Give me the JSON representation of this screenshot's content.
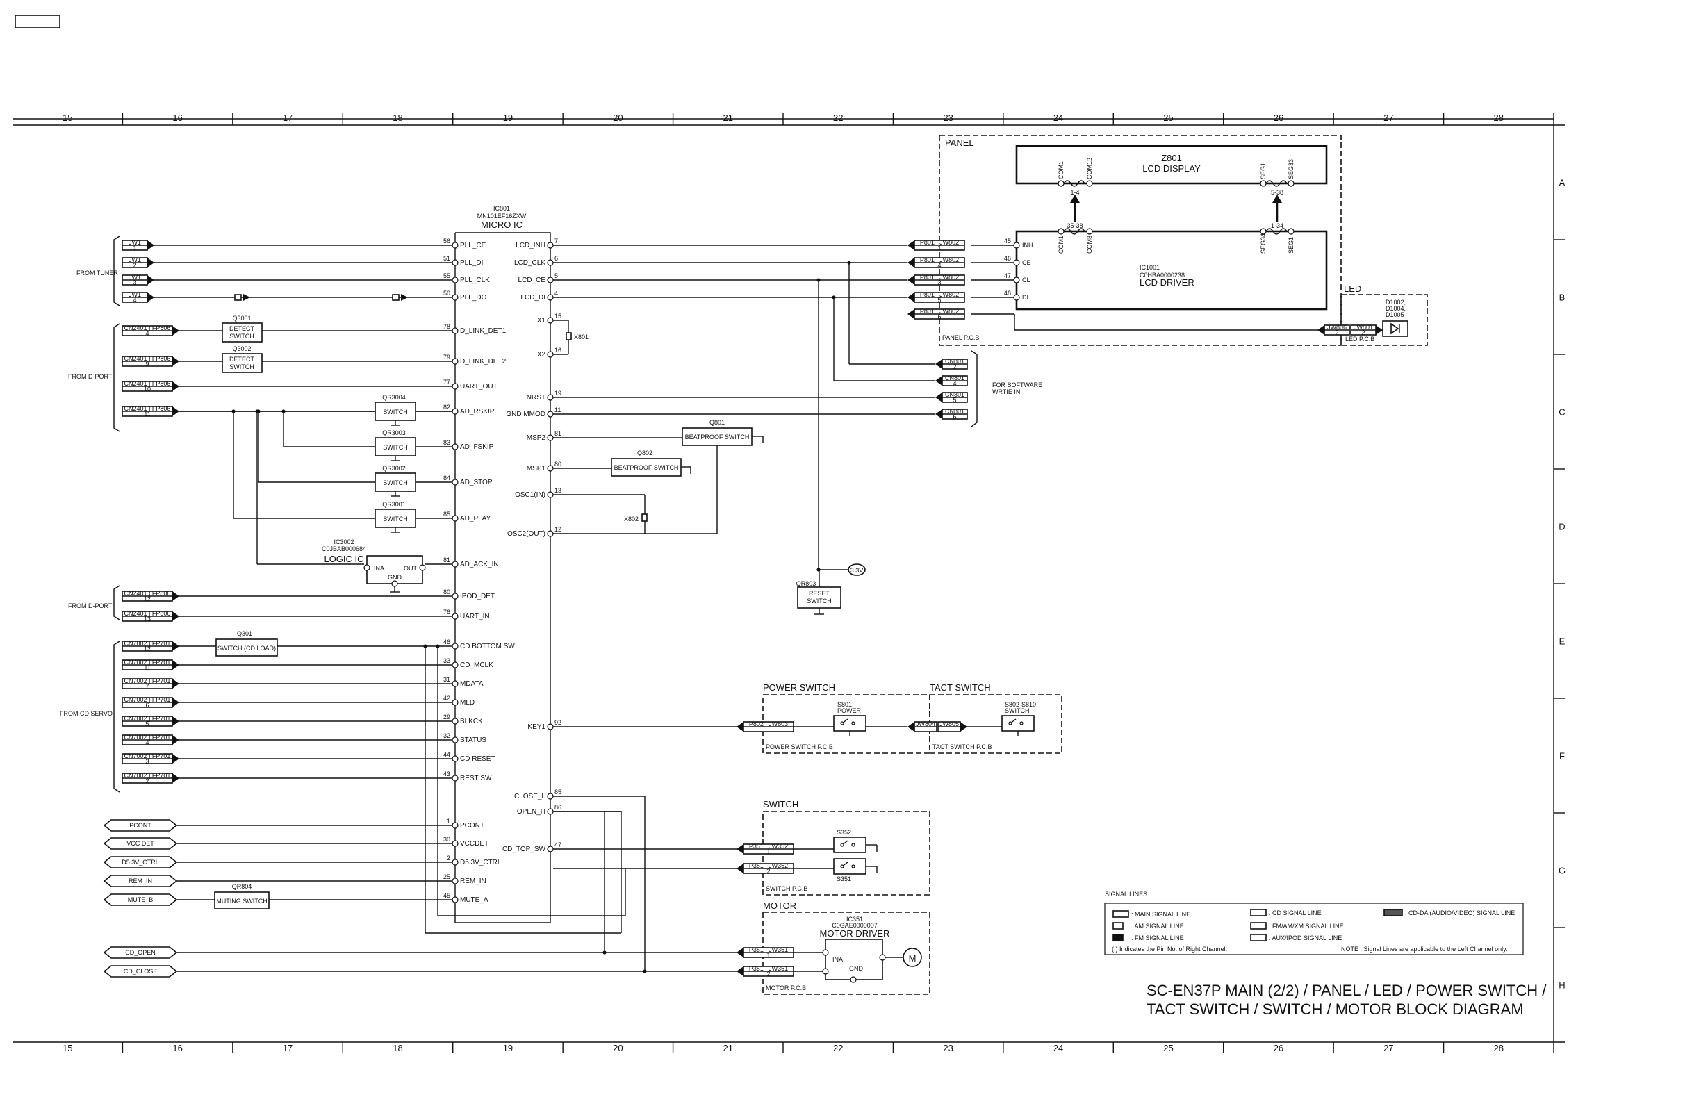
{
  "grid": {
    "columns": [
      "15",
      "16",
      "17",
      "18",
      "19",
      "20",
      "21",
      "22",
      "23",
      "24",
      "25",
      "26",
      "27",
      "28"
    ],
    "rows": [
      "A",
      "B",
      "C",
      "D",
      "E",
      "F",
      "G",
      "H"
    ]
  },
  "micro_ic": {
    "ref": "IC801",
    "part": "MN101EF16ZXW",
    "name": "MICRO IC"
  },
  "micro_left_pins": [
    {
      "num": "56",
      "name": "PLL_CE"
    },
    {
      "num": "51",
      "name": "PLL_DI"
    },
    {
      "num": "55",
      "name": "PLL_CLK"
    },
    {
      "num": "50",
      "name": "PLL_DO"
    },
    {
      "num": "78",
      "name": "D_LINK_DET1"
    },
    {
      "num": "79",
      "name": "D_LINK_DET2"
    },
    {
      "num": "77",
      "name": "UART_OUT"
    },
    {
      "num": "82",
      "name": "AD_RSKIP"
    },
    {
      "num": "83",
      "name": "AD_FSKIP"
    },
    {
      "num": "84",
      "name": "AD_STOP"
    },
    {
      "num": "85",
      "name": "AD_PLAY"
    },
    {
      "num": "81",
      "name": "AD_ACK_IN"
    },
    {
      "num": "80",
      "name": "IPOD_DET"
    },
    {
      "num": "76",
      "name": "UART_IN"
    },
    {
      "num": "46",
      "name": "CD BOTTOM SW"
    },
    {
      "num": "33",
      "name": "CD_MCLK"
    },
    {
      "num": "31",
      "name": "MDATA"
    },
    {
      "num": "42",
      "name": "MLD"
    },
    {
      "num": "29",
      "name": "BLKCK"
    },
    {
      "num": "32",
      "name": "STATUS"
    },
    {
      "num": "44",
      "name": "CD RESET"
    },
    {
      "num": "43",
      "name": "REST SW"
    },
    {
      "num": "1",
      "name": "PCONT"
    },
    {
      "num": "30",
      "name": "VCCDET"
    },
    {
      "num": "2",
      "name": "D5.3V_CTRL"
    },
    {
      "num": "25",
      "name": "REM_IN"
    },
    {
      "num": "45",
      "name": "MUTE_A"
    }
  ],
  "micro_right_pins": [
    {
      "num": "7",
      "name": "LCD_INH"
    },
    {
      "num": "6",
      "name": "LCD_CLK"
    },
    {
      "num": "5",
      "name": "LCD_CE"
    },
    {
      "num": "4",
      "name": "LCD_DI"
    },
    {
      "num": "15",
      "name": "X1"
    },
    {
      "num": "16",
      "name": "X2"
    },
    {
      "num": "19",
      "name": "NRST"
    },
    {
      "num": "11",
      "name": "GND MMOD"
    },
    {
      "num": "81",
      "name": "MSP2"
    },
    {
      "num": "80",
      "name": "MSP1"
    },
    {
      "num": "13",
      "name": "OSC1(IN)"
    },
    {
      "num": "12",
      "name": "OSC2(OUT)"
    },
    {
      "num": "92",
      "name": "KEY1"
    },
    {
      "num": "85",
      "name": "CLOSE_L"
    },
    {
      "num": "86",
      "name": "OPEN_H"
    },
    {
      "num": "47",
      "name": "CD_TOP_SW"
    }
  ],
  "groups": {
    "tuner": "FROM TUNER",
    "dport1": "FROM D-PORT",
    "dport2": "FROM D-PORT",
    "cdservo": "FROM CD SERVO",
    "software": "FOR SOFTWARE\nWRTIE IN"
  },
  "tuner_conn": [
    {
      "ref": "JW1",
      "num": "1"
    },
    {
      "ref": "JW1",
      "num": "2"
    },
    {
      "ref": "JW1",
      "num": "3"
    },
    {
      "ref": "JW1",
      "num": "4"
    }
  ],
  "dport_conn": [
    {
      "a": "CN2401",
      "b": "FP806",
      "num": "4"
    },
    {
      "a": "CN2401",
      "b": "FP806",
      "num": "9"
    },
    {
      "a": "CN2401",
      "b": "FP806",
      "num": "10"
    },
    {
      "a": "CN2401",
      "b": "FP806",
      "num": "11"
    },
    {
      "a": "CN2401",
      "b": "FP806",
      "num": "12"
    },
    {
      "a": "CN2401",
      "b": "FP806",
      "num": "13"
    }
  ],
  "cd_conn": [
    {
      "a": "CN7002",
      "b": "FP701",
      "num": "12"
    },
    {
      "a": "CN7002",
      "b": "FP701",
      "num": "11"
    },
    {
      "a": "CN7002",
      "b": "FP701",
      "num": "7"
    },
    {
      "a": "CN7002",
      "b": "FP701",
      "num": "6"
    },
    {
      "a": "CN7002",
      "b": "FP701",
      "num": "5"
    },
    {
      "a": "CN7002",
      "b": "FP701",
      "num": "4"
    },
    {
      "a": "CN7002",
      "b": "FP701",
      "num": "3"
    },
    {
      "a": "CN7002",
      "b": "FP701",
      "num": "2"
    }
  ],
  "misc_signals": [
    "PCONT",
    "VCC DET",
    "D5.3V_CTRL",
    "REM_IN",
    "MUTE_B",
    "CD_OPEN",
    "CD_CLOSE"
  ],
  "detect": [
    {
      "ref": "Q3001",
      "label": "DETECT\nSWITCH"
    },
    {
      "ref": "Q3002",
      "label": "DETECT\nSWITCH"
    }
  ],
  "qr_switch": [
    {
      "ref": "QR3004",
      "label": "SWITCH"
    },
    {
      "ref": "QR3003",
      "label": "SWITCH"
    },
    {
      "ref": "QR3002",
      "label": "SWITCH"
    },
    {
      "ref": "QR3001",
      "label": "SWITCH"
    }
  ],
  "logic_ic": {
    "ref": "IC3002",
    "part": "C0JBAB000684",
    "name": "LOGIC IC",
    "ina": "INA",
    "out": "OUT",
    "gnd": "GND"
  },
  "q301": {
    "ref": "Q301",
    "label": "SWITCH (CD LOAD)"
  },
  "qr804": {
    "ref": "QR804",
    "label": "MUTING SWITCH"
  },
  "q801": {
    "ref": "Q801",
    "label": "BEATPROOF SWITCH"
  },
  "q802": {
    "ref": "Q802",
    "label": "BEATPROOF SWITCH"
  },
  "x801": "X801",
  "x802": "X802",
  "qr803": {
    "ref": "QR803",
    "label": "RESET\nSWITCH"
  },
  "v33": "3.3V",
  "panel": {
    "title": "PANEL",
    "pcb": "PANEL P.C.B",
    "z801": "Z801",
    "lcd_display": "LCD DISPLAY",
    "ic1001": "IC1001",
    "ic1001_part": "C0HBA0000238",
    "lcd_driver": "LCD DRIVER",
    "com_labels": [
      "COM1",
      "COM12",
      "SEG1",
      "SEG33"
    ],
    "drv_top": [
      "COM1",
      "COM8",
      "SEG34",
      "SEG1"
    ],
    "bus": [
      "35-38",
      "1-4",
      "1-34",
      "5-38"
    ],
    "drv_pins": [
      {
        "num": "45",
        "name": "INH"
      },
      {
        "num": "46",
        "name": "CE"
      },
      {
        "num": "47",
        "name": "CL"
      },
      {
        "num": "48",
        "name": "DI"
      }
    ],
    "p801_conn": [
      {
        "a": "P801",
        "b": "JW802",
        "num": "1"
      },
      {
        "a": "P801",
        "b": "JW802",
        "num": "4"
      },
      {
        "a": "P801",
        "b": "JW802",
        "num": "3"
      },
      {
        "a": "P801",
        "b": "JW802",
        "num": "5"
      },
      {
        "a": "P801",
        "b": "JW802",
        "num": "6"
      }
    ]
  },
  "cn801": [
    {
      "ref": "CN801",
      "num": "2"
    },
    {
      "ref": "CN801",
      "num": "4"
    },
    {
      "ref": "CN801",
      "num": "5"
    },
    {
      "ref": "CN801",
      "num": "6"
    }
  ],
  "led": {
    "title": "LED",
    "pcb": "LED P.C.B",
    "jw1": "JW806",
    "jw2": "JW801",
    "diodes": "D1002,\nD1004,\nD1005"
  },
  "power_switch": {
    "title": "POWER SWITCH",
    "pcb": "POWER SWITCH P.C.B",
    "p": "P802",
    "jw": "JW803",
    "sw": "S801",
    "sw_label": "POWER"
  },
  "tact_switch": {
    "title": "TACT SWITCH",
    "pcb": "TACT SWITCH P.C.B",
    "jw1": "JW804",
    "jw2": "JW805",
    "sw": "S802-S810",
    "sw_label": "SWITCH"
  },
  "switch_blk": {
    "title": "SWITCH",
    "pcb": "SWITCH P.C.B",
    "conn": [
      {
        "a": "P351",
        "b": "JW352",
        "num": "1"
      },
      {
        "a": "P351",
        "b": "JW352",
        "num": "2"
      }
    ],
    "s1": "S352",
    "s2": "S351"
  },
  "motor": {
    "title": "MOTOR",
    "pcb": "MOTOR P.C.B",
    "ref": "IC351",
    "part": "C0GAE0000007",
    "name": "MOTOR DRIVER",
    "ina": "INA",
    "gnd": "GND",
    "m": "M",
    "conn": [
      {
        "a": "P351",
        "b": "JW351",
        "num": "1"
      },
      {
        "a": "P351",
        "b": "JW351",
        "num": "2"
      }
    ]
  },
  "legend": {
    "title": "SIGNAL LINES",
    "main": ": MAIN SIGNAL LINE",
    "am": ": AM SIGNAL LINE",
    "fm": ": FM SIGNAL LINE",
    "cd": ": CD SIGNAL LINE",
    "fmam": ": FM/AM/XM SIGNAL LINE",
    "aux": ": AUX/IPOD SIGNAL LINE",
    "cdda": ": CD-DA (AUDIO/VIDEO) SIGNAL LINE",
    "note_pin": "(   ) Indicates the Pin No. of Right Channel.",
    "note": "NOTE : Signal Lines are applicable to the Left Channel only."
  },
  "title": {
    "line1": "SC-EN37P MAIN (2/2) / PANEL /  LED / POWER SWITCH /",
    "line2": "TACT SWITCH / SWITCH / MOTOR BLOCK DIAGRAM"
  }
}
